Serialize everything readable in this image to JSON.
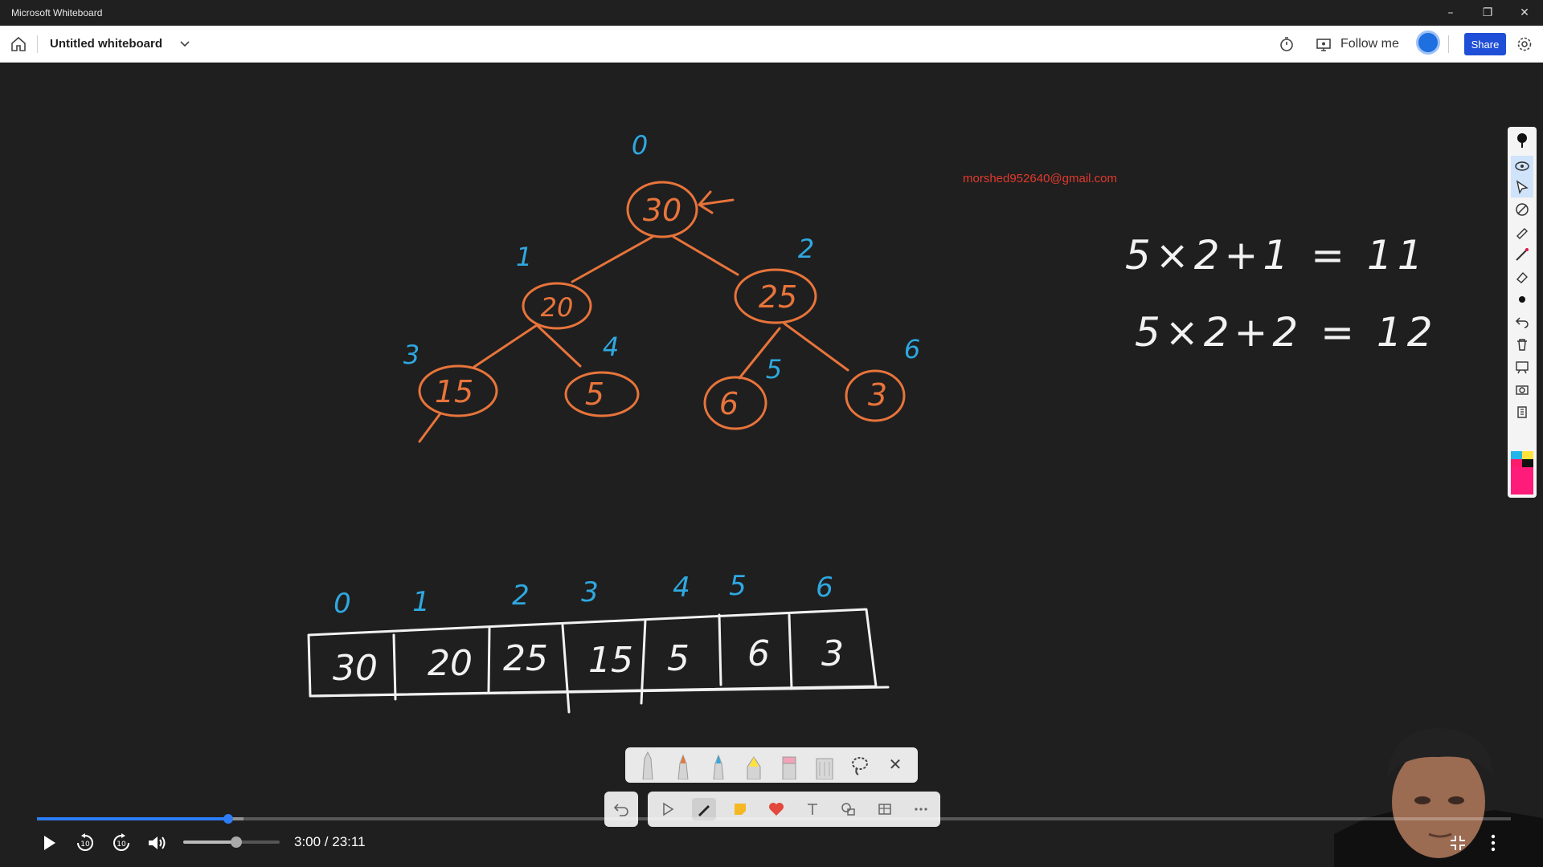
{
  "window": {
    "app_title": "Microsoft Whiteboard",
    "minimize": "–",
    "restore": "❐",
    "close": "✕"
  },
  "header": {
    "title": "Untitled whiteboard",
    "follow_label": "Follow me",
    "share_label": "Share"
  },
  "board": {
    "email": "morshed952640@gmail.com",
    "tree": {
      "root_index": "0",
      "nodes": [
        {
          "index": "0",
          "value": "30"
        },
        {
          "index": "1",
          "value": "20"
        },
        {
          "index": "2",
          "value": "25"
        },
        {
          "index": "3",
          "value": "15"
        },
        {
          "index": "4",
          "value": "5"
        },
        {
          "index": "5",
          "value": "6"
        },
        {
          "index": "6",
          "value": "3"
        }
      ]
    },
    "equations": [
      "5×2+1 = 11",
      "5×2+2 = 12"
    ],
    "array": {
      "indices": [
        "0",
        "1",
        "2",
        "3",
        "4",
        "5",
        "6"
      ],
      "values": [
        "30",
        "20",
        "25",
        "15",
        "5",
        "6",
        "3"
      ]
    },
    "colors": {
      "tree_ink": "#e8743b",
      "index_ink": "#2fa8e0",
      "chalk": "#f2f2f2",
      "email": "#e03a2e"
    }
  },
  "player": {
    "time": "3:00 / 23:11",
    "progress": 0.13,
    "buffered": 0.12,
    "volume": 0.55
  },
  "icons": {
    "home": "home-icon",
    "chevron": "chevron-down-icon",
    "timer": "timer-icon",
    "follow": "follow-icon",
    "settings": "gear-icon"
  }
}
